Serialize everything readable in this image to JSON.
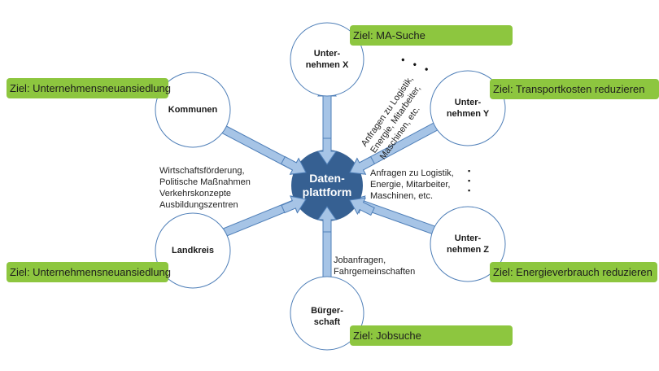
{
  "hub": {
    "label": "Daten-\nplattform",
    "fill": "#366092"
  },
  "nodes": [
    {
      "id": "unternehmen-x",
      "label": "Unter-\nnehmen X"
    },
    {
      "id": "kommunen",
      "label": "Kommunen"
    },
    {
      "id": "unternehmen-y",
      "label": "Unter-\nnehmen Y"
    },
    {
      "id": "landkreis",
      "label": "Landkreis"
    },
    {
      "id": "unternehmen-z",
      "label": "Unter-\nnehmen Z"
    },
    {
      "id": "buergerschaft",
      "label": "Bürger-\nschaft"
    }
  ],
  "goals": [
    {
      "node": "unternehmen-x",
      "label": "Ziel: MA-Suche"
    },
    {
      "node": "kommunen",
      "label": "Ziel: Unternehmensneuansiedlung"
    },
    {
      "node": "unternehmen-y",
      "label": "Ziel: Transportkosten reduzieren"
    },
    {
      "node": "landkreis",
      "label": "Ziel: Unternehmensneuansiedlung"
    },
    {
      "node": "unternehmen-z",
      "label": "Ziel: Energieverbrauch reduzieren"
    },
    {
      "node": "buergerschaft",
      "label": "Ziel: Jobsuche"
    }
  ],
  "annotations": {
    "public_sector": "Wirtschaftsförderung,\nPolitische Maßnahmen\nVerkehrskonzepte\nAusbildungszentren",
    "companies_rotated": "Anfragen zu Logistik,\nEnergie, Mitarbeiter,\nMaschinen, etc.",
    "companies_right": "Anfragen zu Logistik,\nEnergie, Mitarbeiter,\nMaschinen, etc.",
    "citizens": "Jobanfragen,\nFahrgemeinschaften",
    "ellipsis_diagonal": "• • •",
    "ellipsis_vertical": "▪\n▪\n▪"
  },
  "colors": {
    "goal_fill": "#8dc63f",
    "arrow_fill": "#a6c4e6",
    "arrow_stroke": "#4f7fb8",
    "node_stroke": "#4f7fb8"
  }
}
